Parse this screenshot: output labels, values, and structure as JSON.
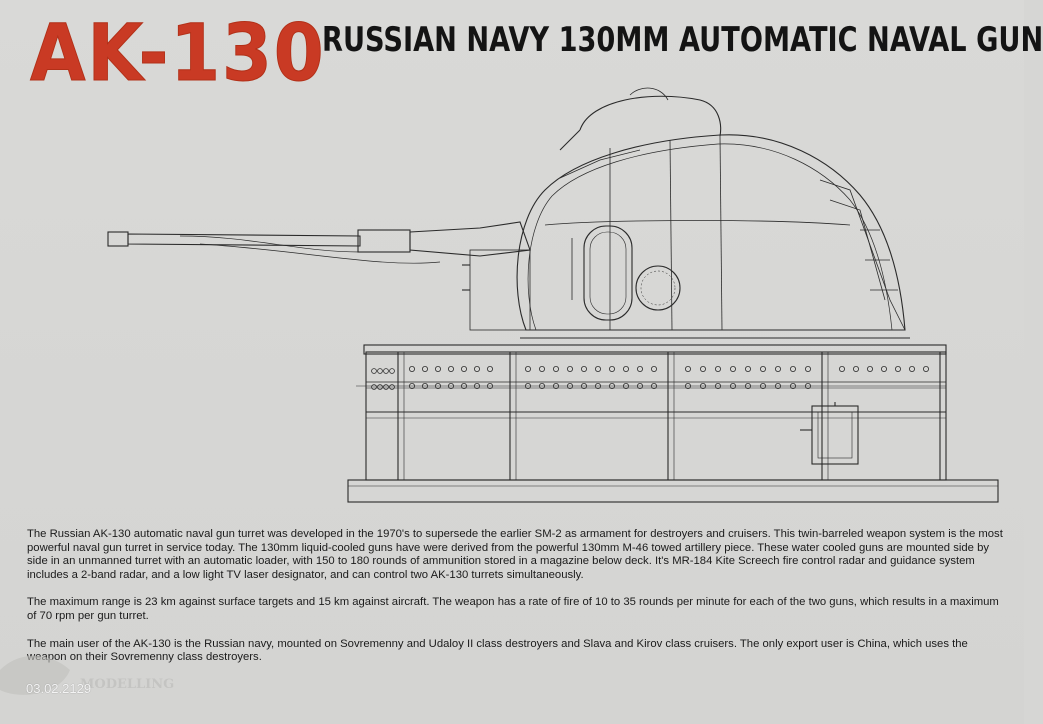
{
  "header": {
    "model_code": "AK-130",
    "headline": "RUSSIAN NAVY 130MM  AUTOMATIC NAVAL GUN"
  },
  "body": {
    "paragraphs": [
      "The Russian AK-130 automatic naval gun turret was developed in the 1970's to supersede the earlier SM-2 as armament for destroyers and cruisers. This twin-barreled weapon system is the most powerful naval gun turret in service today. The 130mm liquid-cooled guns have were derived from the powerful 130mm M-46 towed artillery piece. These water cooled guns are mounted side by side in an unmanned turret with an automatic loader, with 150 to 180 rounds of ammunition stored in a magazine below deck. It's MR-184 Kite Screech fire control radar and guidance system includes a 2-band radar, and a low light TV laser designator, and can control two AK-130 turrets simultaneously.",
      "The maximum range is 23 km against surface targets and 15 km against aircraft. The weapon has a rate of fire of 10 to 35 rounds per minute for each of the two guns, which results in a maximum of 70 rpm per gun turret.",
      "The main user of the AK-130 is the Russian navy, mounted on Sovremenny and Udaloy II class destroyers and Slava and Kirov class cruisers. The only export user is China, which uses the weapon on their Sovremenny class destroyers."
    ]
  },
  "footer": {
    "page_date": "03.02.2129",
    "watermark_text": "MODELLING"
  },
  "colors": {
    "accent_red": "#c93a24",
    "ink": "#1a1a1a",
    "paper": "#d7d7d5"
  }
}
